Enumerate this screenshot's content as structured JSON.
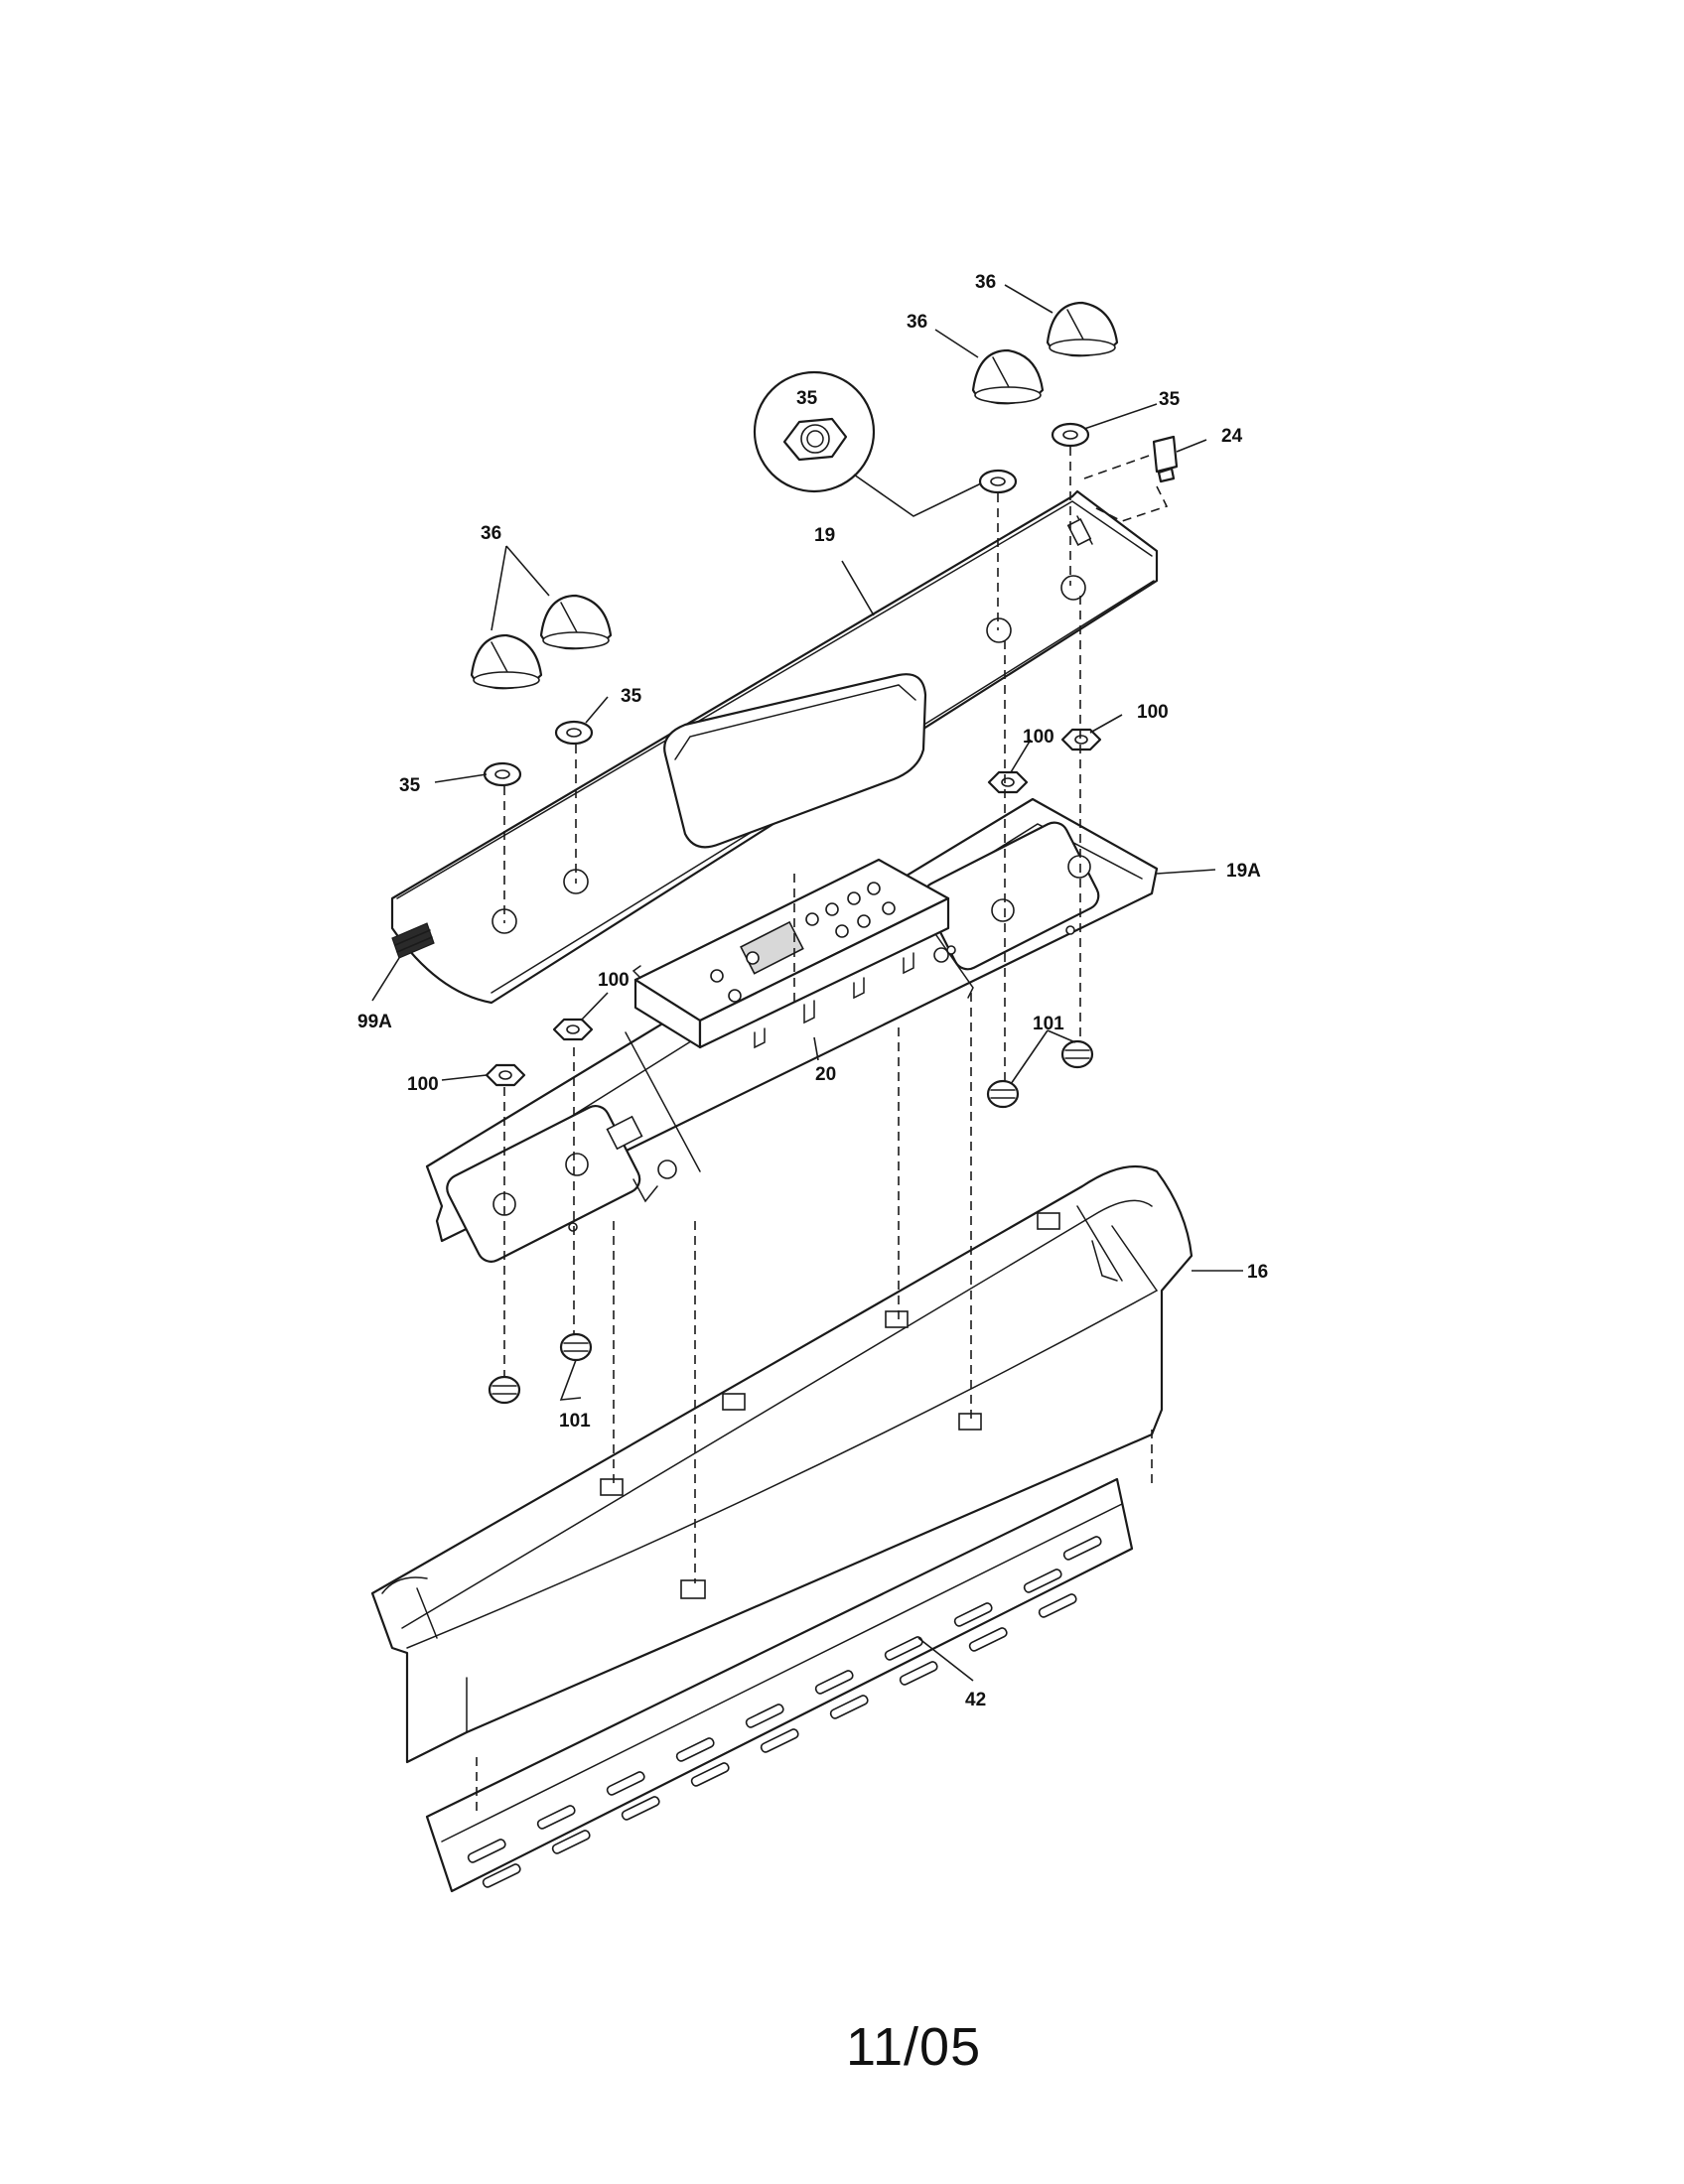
{
  "diagram": {
    "labels": {
      "p36a": "36",
      "p36b": "36",
      "p36c": "36",
      "p35_detail": "35",
      "p35a": "35",
      "p35b": "35",
      "p35c": "35",
      "p24": "24",
      "p19": "19",
      "p100a": "100",
      "p100b": "100",
      "p100c": "100",
      "p100d": "100",
      "p19A": "19A",
      "p99A": "99A",
      "p20": "20",
      "p101a": "101",
      "p101b": "101",
      "p16": "16",
      "p42": "42"
    },
    "footer": "11/05"
  }
}
